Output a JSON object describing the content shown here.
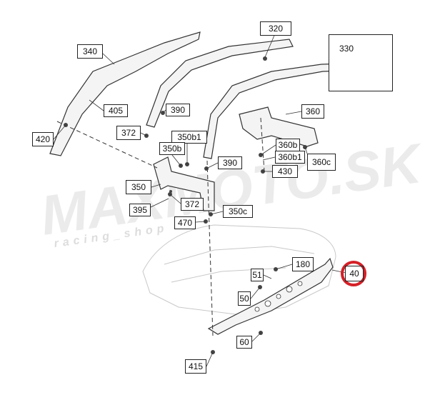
{
  "diagram": {
    "watermark": {
      "brand": "MAXMOTO.SK",
      "tagline": "racing_shop"
    },
    "highlight_color": "#d42027",
    "highlighted_part": "40",
    "labels": [
      "320",
      "340",
      "330",
      "405",
      "390",
      "420",
      "372",
      "350b1",
      "350b",
      "360",
      "360b",
      "360b1",
      "430",
      "360c",
      "390",
      "350",
      "372",
      "395",
      "350c",
      "470",
      "180",
      "51",
      "40",
      "50",
      "60",
      "415"
    ]
  }
}
